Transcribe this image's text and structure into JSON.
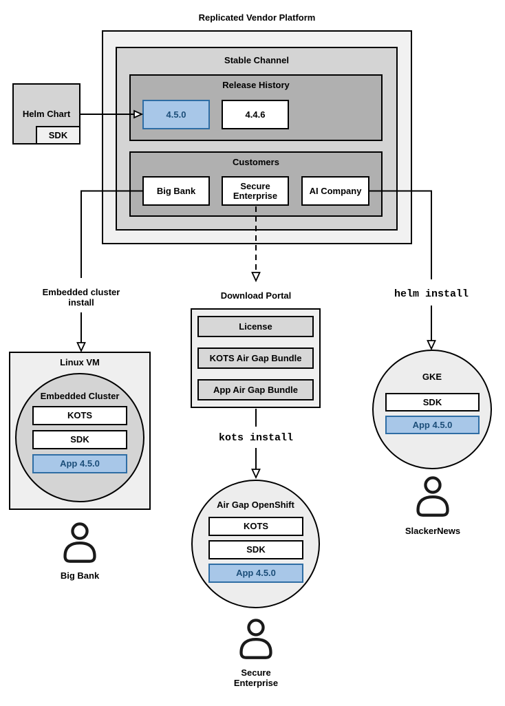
{
  "colors": {
    "highlight_fill": "#a8c7e8",
    "highlight_border": "#2e6da4",
    "highlight_text": "#1c4e79",
    "box_border": "#000000"
  },
  "platform": {
    "title": "Replicated Vendor Platform",
    "stable_channel_label": "Stable Channel",
    "release_history_label": "Release History",
    "releases": [
      "4.5.0",
      "4.4.6"
    ],
    "customers_label": "Customers",
    "customers": [
      "Big Bank",
      "Secure Enterprise",
      "AI Company"
    ]
  },
  "helm_chart": {
    "label": "Helm Chart",
    "sdk_label": "SDK"
  },
  "left_flow": {
    "install_label": "Embedded cluster install",
    "vm_label": "Linux VM",
    "cluster_label": "Embedded Cluster",
    "components": [
      "KOTS",
      "SDK",
      "App 4.5.0"
    ],
    "user_label": "Big Bank"
  },
  "middle_flow": {
    "portal_label": "Download Portal",
    "portal_items": [
      "License",
      "KOTS Air Gap Bundle",
      "App Air Gap Bundle"
    ],
    "install_command": "kots install",
    "cluster_label": "Air Gap OpenShift",
    "components": [
      "KOTS",
      "SDK",
      "App 4.5.0"
    ],
    "user_label": "Secure Enterprise"
  },
  "right_flow": {
    "install_command": "helm install",
    "cluster_label": "GKE",
    "components": [
      "SDK",
      "App 4.5.0"
    ],
    "user_label": "SlackerNews"
  }
}
